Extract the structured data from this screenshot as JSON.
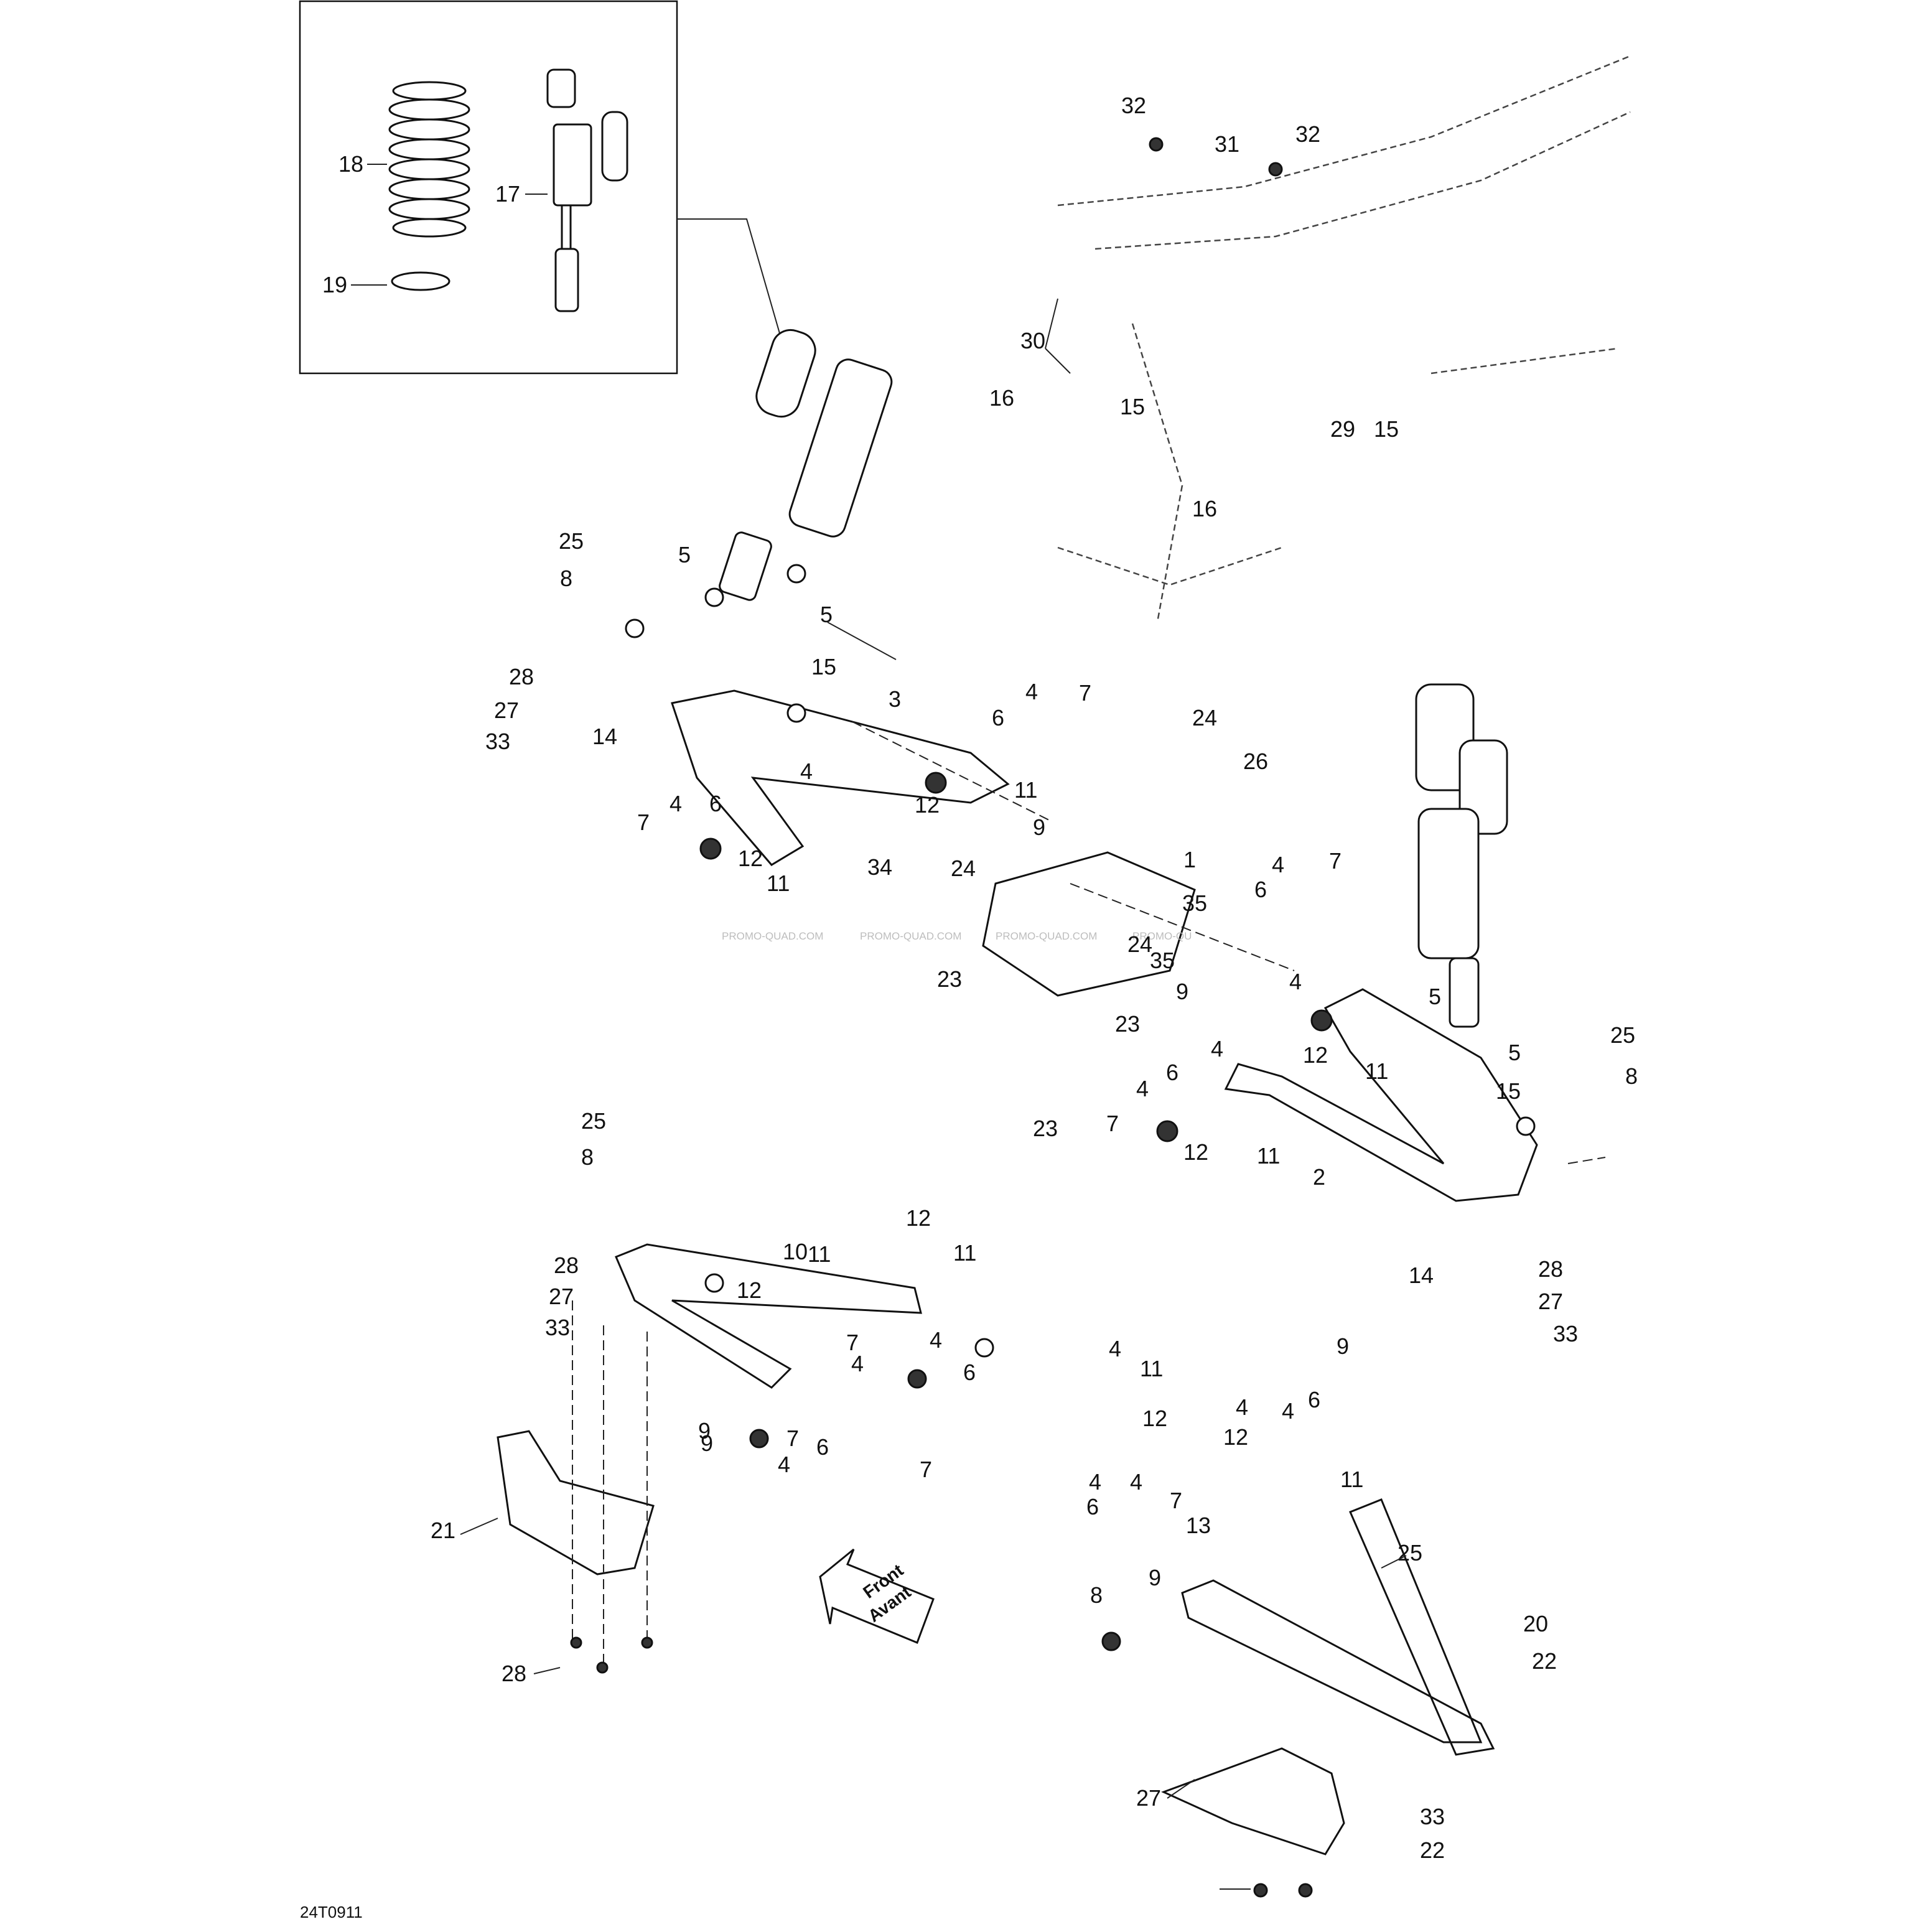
{
  "figure": {
    "reference_code": "24T0911",
    "direction_arrow": [
      "Front",
      "Avant"
    ],
    "watermark": [
      "PROMO-QUAD.COM",
      "PROMO-QUAD.COM",
      "PROMO-QUAD.COM",
      "PROMO-QU"
    ]
  },
  "callouts": [
    "18",
    "17",
    "19",
    "32",
    "31",
    "32",
    "30",
    "16",
    "15",
    "29",
    "15",
    "16",
    "25",
    "8",
    "5",
    "5",
    "28",
    "27",
    "33",
    "14",
    "15",
    "3",
    "6",
    "4",
    "7",
    "24",
    "26",
    "4",
    "12",
    "11",
    "7",
    "4",
    "6",
    "12",
    "11",
    "9",
    "34",
    "24",
    "1",
    "35",
    "24",
    "9",
    "35",
    "23",
    "23",
    "7",
    "4",
    "6",
    "5",
    "5",
    "25",
    "8",
    "4",
    "12",
    "11",
    "4",
    "6",
    "4",
    "7",
    "12",
    "11",
    "15",
    "2",
    "14",
    "28",
    "27",
    "33",
    "23",
    "25",
    "8",
    "10",
    "12",
    "11",
    "28",
    "27",
    "33",
    "7",
    "11",
    "12",
    "9",
    "4",
    "6",
    "4",
    "6",
    "4",
    "7",
    "9",
    "4",
    "7",
    "9",
    "12",
    "11",
    "4",
    "4",
    "6",
    "12",
    "11",
    "4",
    "4",
    "7",
    "6",
    "13",
    "9",
    "25",
    "8",
    "20",
    "22",
    "21",
    "28",
    "27",
    "33",
    "22"
  ]
}
